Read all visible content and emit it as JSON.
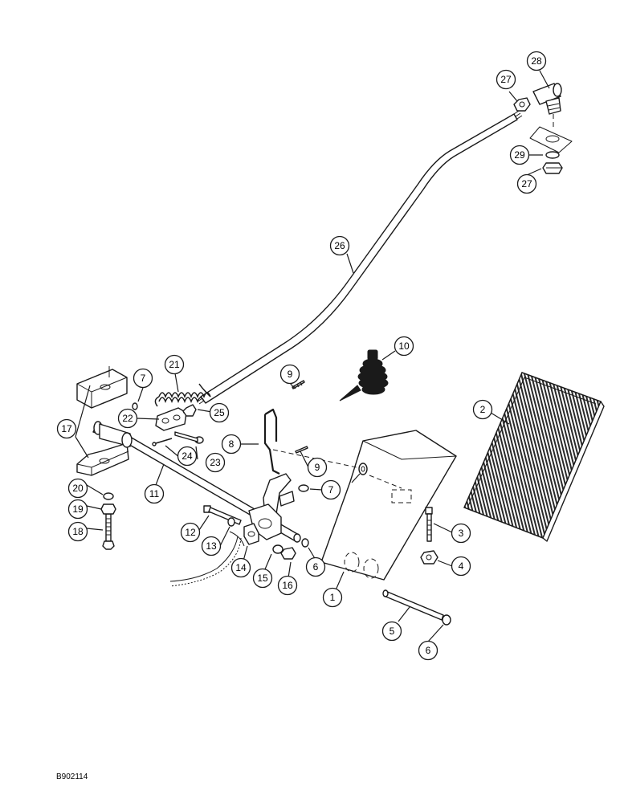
{
  "figure_id": "B902114",
  "callouts": [
    {
      "num": "1"
    },
    {
      "num": "2"
    },
    {
      "num": "3"
    },
    {
      "num": "4"
    },
    {
      "num": "5"
    },
    {
      "num": "6"
    },
    {
      "num": "6"
    },
    {
      "num": "7"
    },
    {
      "num": "7"
    },
    {
      "num": "8"
    },
    {
      "num": "9"
    },
    {
      "num": "9"
    },
    {
      "num": "10"
    },
    {
      "num": "11"
    },
    {
      "num": "12"
    },
    {
      "num": "13"
    },
    {
      "num": "14"
    },
    {
      "num": "15"
    },
    {
      "num": "16"
    },
    {
      "num": "17"
    },
    {
      "num": "18"
    },
    {
      "num": "19"
    },
    {
      "num": "20"
    },
    {
      "num": "21"
    },
    {
      "num": "22"
    },
    {
      "num": "23"
    },
    {
      "num": "24"
    },
    {
      "num": "25"
    },
    {
      "num": "26"
    },
    {
      "num": "27"
    },
    {
      "num": "27"
    },
    {
      "num": "28"
    },
    {
      "num": "29"
    }
  ]
}
